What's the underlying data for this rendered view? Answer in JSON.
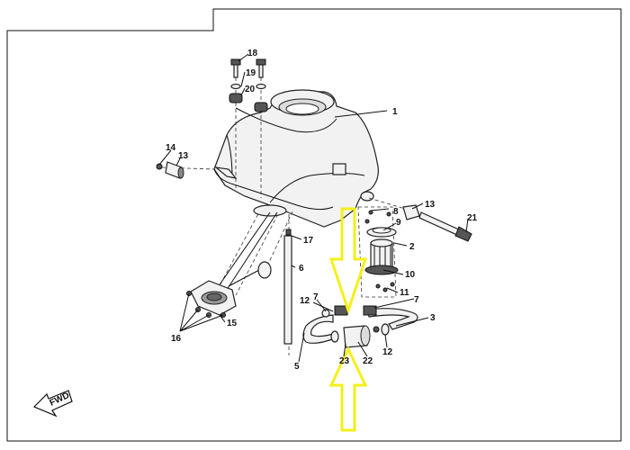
{
  "callouts": {
    "c1": "1",
    "c2": "2",
    "c3": "3",
    "c5": "5",
    "c6": "6",
    "c7a": "7",
    "c7b": "7",
    "c8": "8",
    "c9": "9",
    "c10": "10",
    "c11": "11",
    "c12a": "12",
    "c12b": "12",
    "c13a": "13",
    "c13b": "13",
    "c14": "14",
    "c15": "15",
    "c16": "16",
    "c17": "17",
    "c18": "18",
    "c19": "19",
    "c20": "20",
    "c21": "21",
    "c22": "22",
    "c23": "23"
  },
  "fwd_label": "FWD",
  "colors": {
    "highlight_arrow": "#f5ef1a",
    "line": "#111111",
    "frame": "#333333"
  }
}
